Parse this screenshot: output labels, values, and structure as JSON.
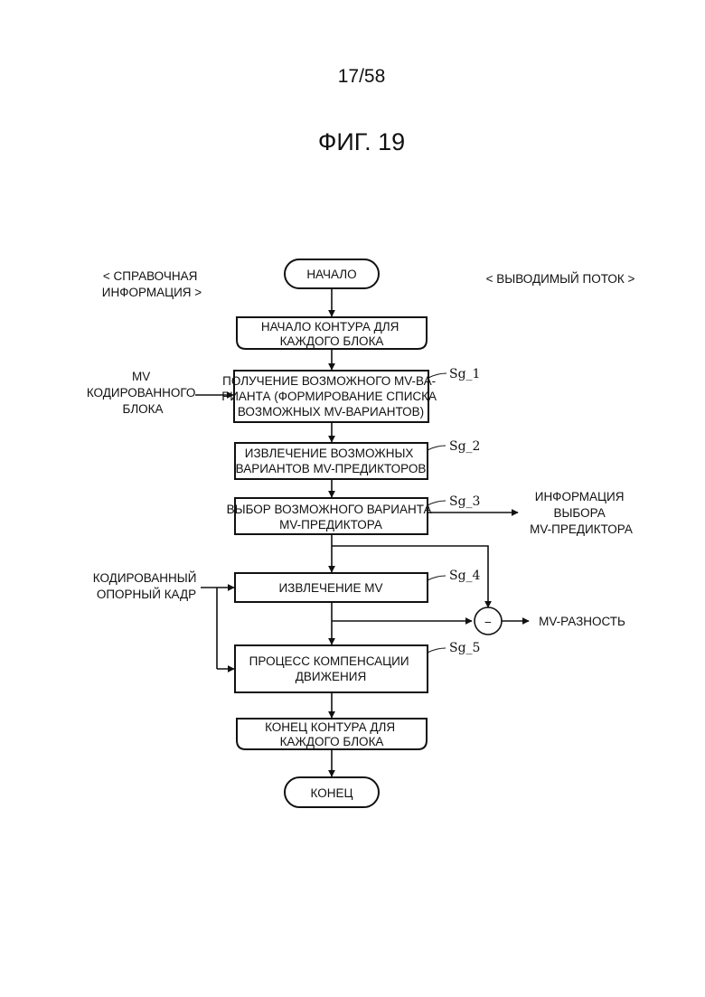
{
  "page": {
    "number": "17/58",
    "figure_title": "ФИГ. 19"
  },
  "side_headers": {
    "left": [
      "< СПРАВОЧНАЯ",
      "ИНФОРМАЦИЯ >"
    ],
    "right": "< ВЫВОДИМЫЙ ПОТОК >"
  },
  "nodes": {
    "start": "НАЧАЛО",
    "loop_start": [
      "НАЧАЛО КОНТУРА ДЛЯ",
      "КАЖДОГО БЛОКА"
    ],
    "sg1": [
      "ПОЛУЧЕНИЕ ВОЗМОЖНОГО MV-ВА-",
      "РИАНТА (ФОРМИРОВАНИЕ СПИСКА",
      "ВОЗМОЖНЫХ MV-ВАРИАНТОВ)"
    ],
    "sg2": [
      "ИЗВЛЕЧЕНИЕ ВОЗМОЖНЫХ",
      "ВАРИАНТОВ MV-ПРЕДИКТОРОВ"
    ],
    "sg3": [
      "ВЫБОР ВОЗМОЖНОГО ВАРИАНТА",
      "MV-ПРЕДИКТОРА"
    ],
    "sg4": "ИЗВЛЕЧЕНИЕ MV",
    "sg5": [
      "ПРОЦЕСС КОМПЕНСАЦИИ",
      "ДВИЖЕНИЯ"
    ],
    "loop_end": [
      "КОНЕЦ КОНТУРА ДЛЯ",
      "КАЖДОГО БЛОКА"
    ],
    "end": "КОНЕЦ",
    "subtract_symbol": "−"
  },
  "step_refs": [
    "Sg_1",
    "Sg_2",
    "Sg_3",
    "Sg_4",
    "Sg_5"
  ],
  "inputs": {
    "coded_block_mv": [
      "MV",
      "КОДИРОВАННОГО",
      "БЛОКА"
    ],
    "coded_reference_frame": [
      "КОДИРОВАННЫЙ",
      "ОПОРНЫЙ КАДР"
    ]
  },
  "outputs": {
    "predictor_selection_info": [
      "ИНФОРМАЦИЯ",
      "ВЫБОРА",
      "MV-ПРЕДИКТОРА"
    ],
    "mv_difference": "MV-РАЗНОСТЬ"
  }
}
